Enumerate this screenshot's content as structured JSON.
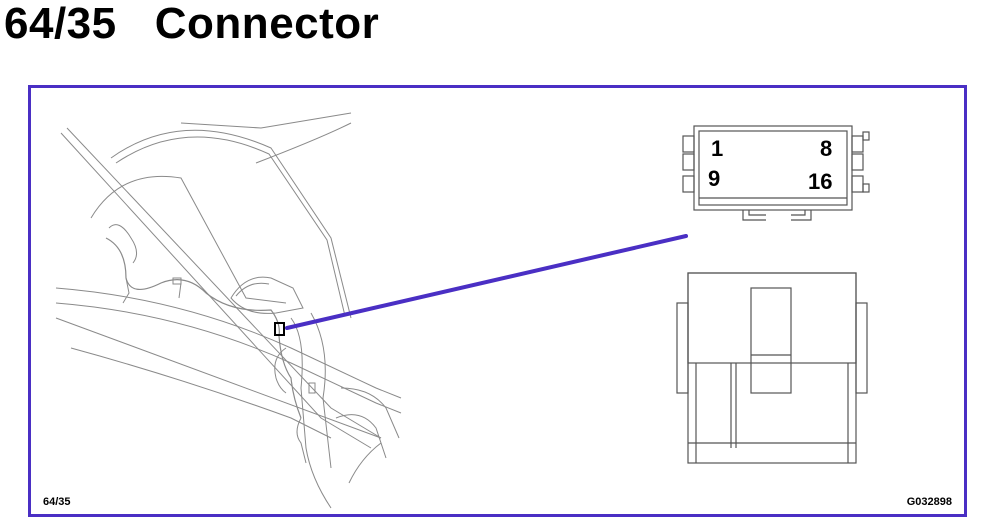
{
  "header": {
    "title": "64/35   Connector"
  },
  "diagram": {
    "ref_left": "64/35",
    "ref_right": "G032898",
    "pins": {
      "top_left": "1",
      "top_right": "8",
      "bottom_left": "9",
      "bottom_right": "16"
    },
    "colors": {
      "frame": "#4a2fc4",
      "pointer": "#4a2fc4",
      "line": "#7a7a7a"
    }
  }
}
